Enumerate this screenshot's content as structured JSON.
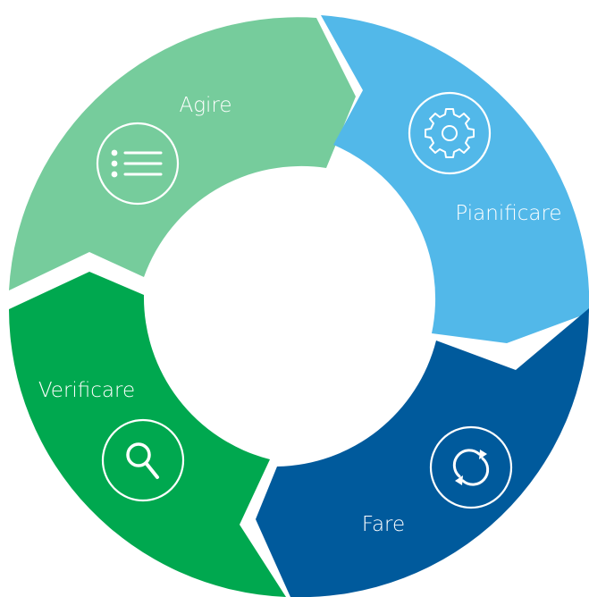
{
  "diagram": {
    "type": "cycle",
    "stages": [
      {
        "id": "pianificare",
        "label": "Pianificare",
        "color": "#52B8E9",
        "icon": "gear-icon"
      },
      {
        "id": "fare",
        "label": "Fare",
        "color": "#005A9C",
        "icon": "refresh-icon"
      },
      {
        "id": "verificare",
        "label": "Verificare",
        "color": "#00A84F",
        "icon": "search-icon"
      },
      {
        "id": "agire",
        "label": "Agire",
        "color": "#76CC9C",
        "icon": "list-icon"
      }
    ]
  }
}
